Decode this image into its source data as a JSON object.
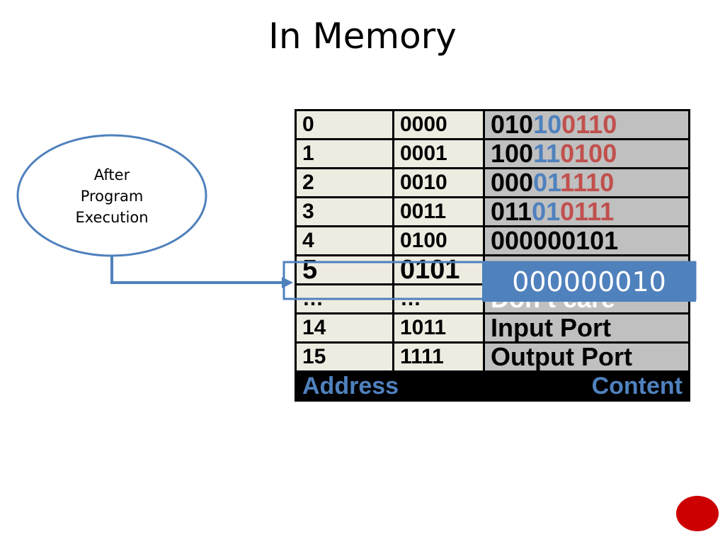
{
  "title": "In Memory",
  "callout": {
    "lines": [
      "After",
      "Program",
      "Execution"
    ]
  },
  "table": {
    "rows": [
      {
        "index": "0",
        "address": "0000",
        "content": [
          {
            "text": "010",
            "color": "black"
          },
          {
            "text": "10",
            "color": "blue"
          },
          {
            "text": "0110",
            "color": "red"
          }
        ]
      },
      {
        "index": "1",
        "address": "0001",
        "content": [
          {
            "text": "100",
            "color": "black"
          },
          {
            "text": "11",
            "color": "blue"
          },
          {
            "text": "0100",
            "color": "red"
          }
        ]
      },
      {
        "index": "2",
        "address": "0010",
        "content": [
          {
            "text": "000",
            "color": "black"
          },
          {
            "text": "01",
            "color": "blue"
          },
          {
            "text": "1110",
            "color": "red"
          }
        ]
      },
      {
        "index": "3",
        "address": "0011",
        "content": [
          {
            "text": "011",
            "color": "black"
          },
          {
            "text": "01",
            "color": "blue"
          },
          {
            "text": "0111",
            "color": "red"
          }
        ]
      },
      {
        "index": "4",
        "address": "0100",
        "content": [
          {
            "text": "000000101",
            "color": "black"
          }
        ]
      },
      {
        "index": "5",
        "address": "0101",
        "content": []
      },
      {
        "index": "…",
        "address": "…",
        "content_text": "Don’t care"
      },
      {
        "index": "14",
        "address": "1011",
        "content_text": "Input Port"
      },
      {
        "index": "15",
        "address": "1111",
        "content_text": "Output Port"
      }
    ],
    "footer": {
      "address_label": "Address",
      "content_label": "Content"
    },
    "highlight_value": "000000010"
  },
  "colors": {
    "highlight": "#4f81bd",
    "address_cells": "#eeece1",
    "content_cells": "#c0c0c0",
    "bit_blue": "#4f81bd",
    "bit_red": "#c0504d",
    "nav_button": "#cc0000"
  }
}
